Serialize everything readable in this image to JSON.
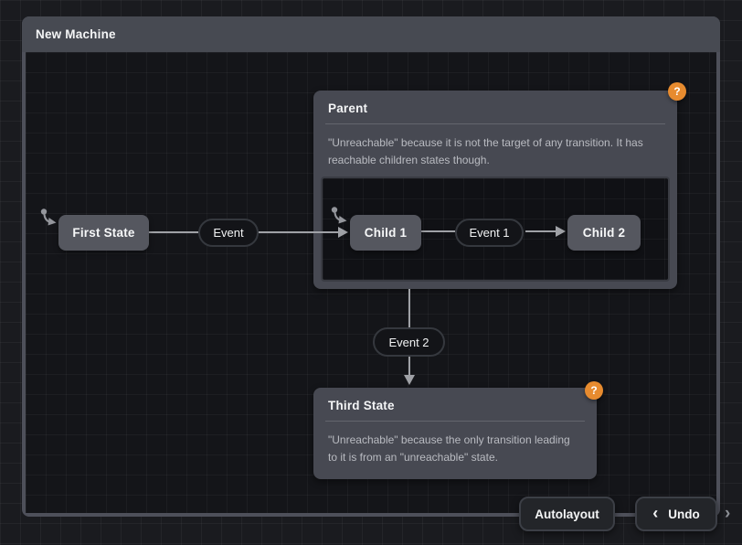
{
  "machine": {
    "title": "New Machine"
  },
  "nodes": {
    "first_state": {
      "label": "First State"
    },
    "parent": {
      "title": "Parent",
      "description": "\"Unreachable\" because it is not the target of any transition. It has reachable children states though."
    },
    "child1": {
      "label": "Child 1"
    },
    "child2": {
      "label": "Child 2"
    },
    "third_state": {
      "title": "Third State",
      "description": "\"Unreachable\" because the only transition leading to it is from an \"unreachable\" state."
    }
  },
  "events": {
    "event": {
      "label": "Event"
    },
    "event1": {
      "label": "Event 1"
    },
    "event2": {
      "label": "Event 2"
    }
  },
  "badges": {
    "unreachable_help": "?"
  },
  "toolbar": {
    "autolayout_label": "Autolayout",
    "undo_label": "Undo",
    "undo_chevron": "‹",
    "redo_chevron": "›"
  },
  "icons": {
    "initial_state": "initial-state-arrow",
    "help": "question-mark",
    "undo": "chevron-left",
    "redo": "chevron-right"
  },
  "colors": {
    "badge_orange": "#e78b2f",
    "state_node_gray": "#55575f",
    "card_gray": "#474952",
    "machine_border": "#4e505a",
    "canvas_bg": "#1a1b1f",
    "machine_bg": "#141519",
    "edge_gray": "#9fa1a6"
  }
}
